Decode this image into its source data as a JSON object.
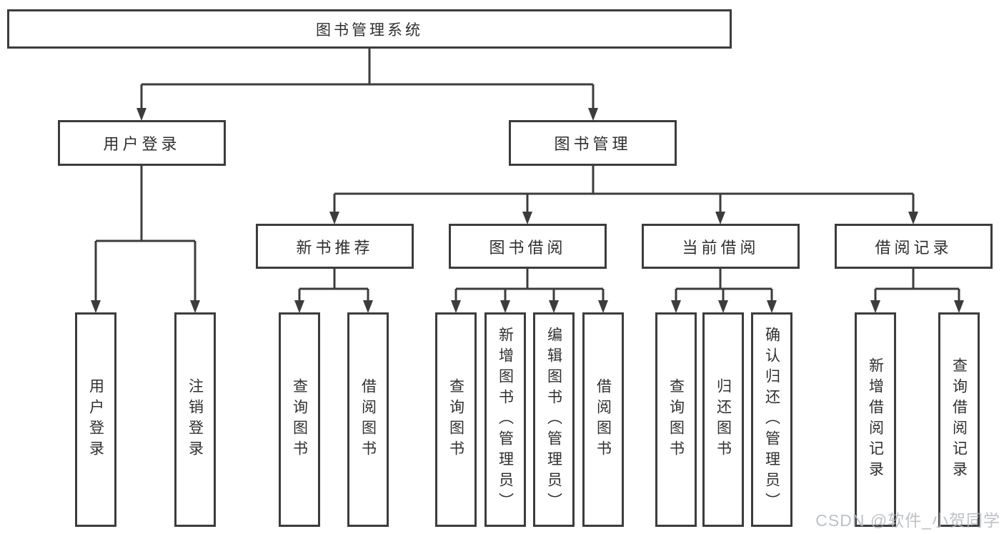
{
  "tree": {
    "title": "图书管理系统",
    "children": [
      {
        "label": "用户登录",
        "children": [
          {
            "label": "用户登录"
          },
          {
            "label": "注销登录"
          }
        ]
      },
      {
        "label": "图书管理",
        "children": [
          {
            "label": "新书推荐",
            "children": [
              {
                "label": "查询图书"
              },
              {
                "label": "借阅图书"
              }
            ]
          },
          {
            "label": "图书借阅",
            "children": [
              {
                "label": "查询图书"
              },
              {
                "label": "新增图书（管理员）"
              },
              {
                "label": "编辑图书（管理员）"
              },
              {
                "label": "借阅图书"
              }
            ]
          },
          {
            "label": "当前借阅",
            "children": [
              {
                "label": "查询图书"
              },
              {
                "label": "归还图书"
              },
              {
                "label": "确认归还（管理员）"
              }
            ]
          },
          {
            "label": "借阅记录",
            "children": [
              {
                "label": "新增借阅记录"
              },
              {
                "label": "查询借阅记录"
              }
            ]
          }
        ]
      }
    ]
  },
  "watermark": {
    "text": "CSDN @软件_小贺同学"
  },
  "colors": {
    "line": "#3c3c3c",
    "box_border": "#3c3c3c",
    "text": "#2f2f2f",
    "watermark": "#b4b9be",
    "background": "#ffffff"
  }
}
